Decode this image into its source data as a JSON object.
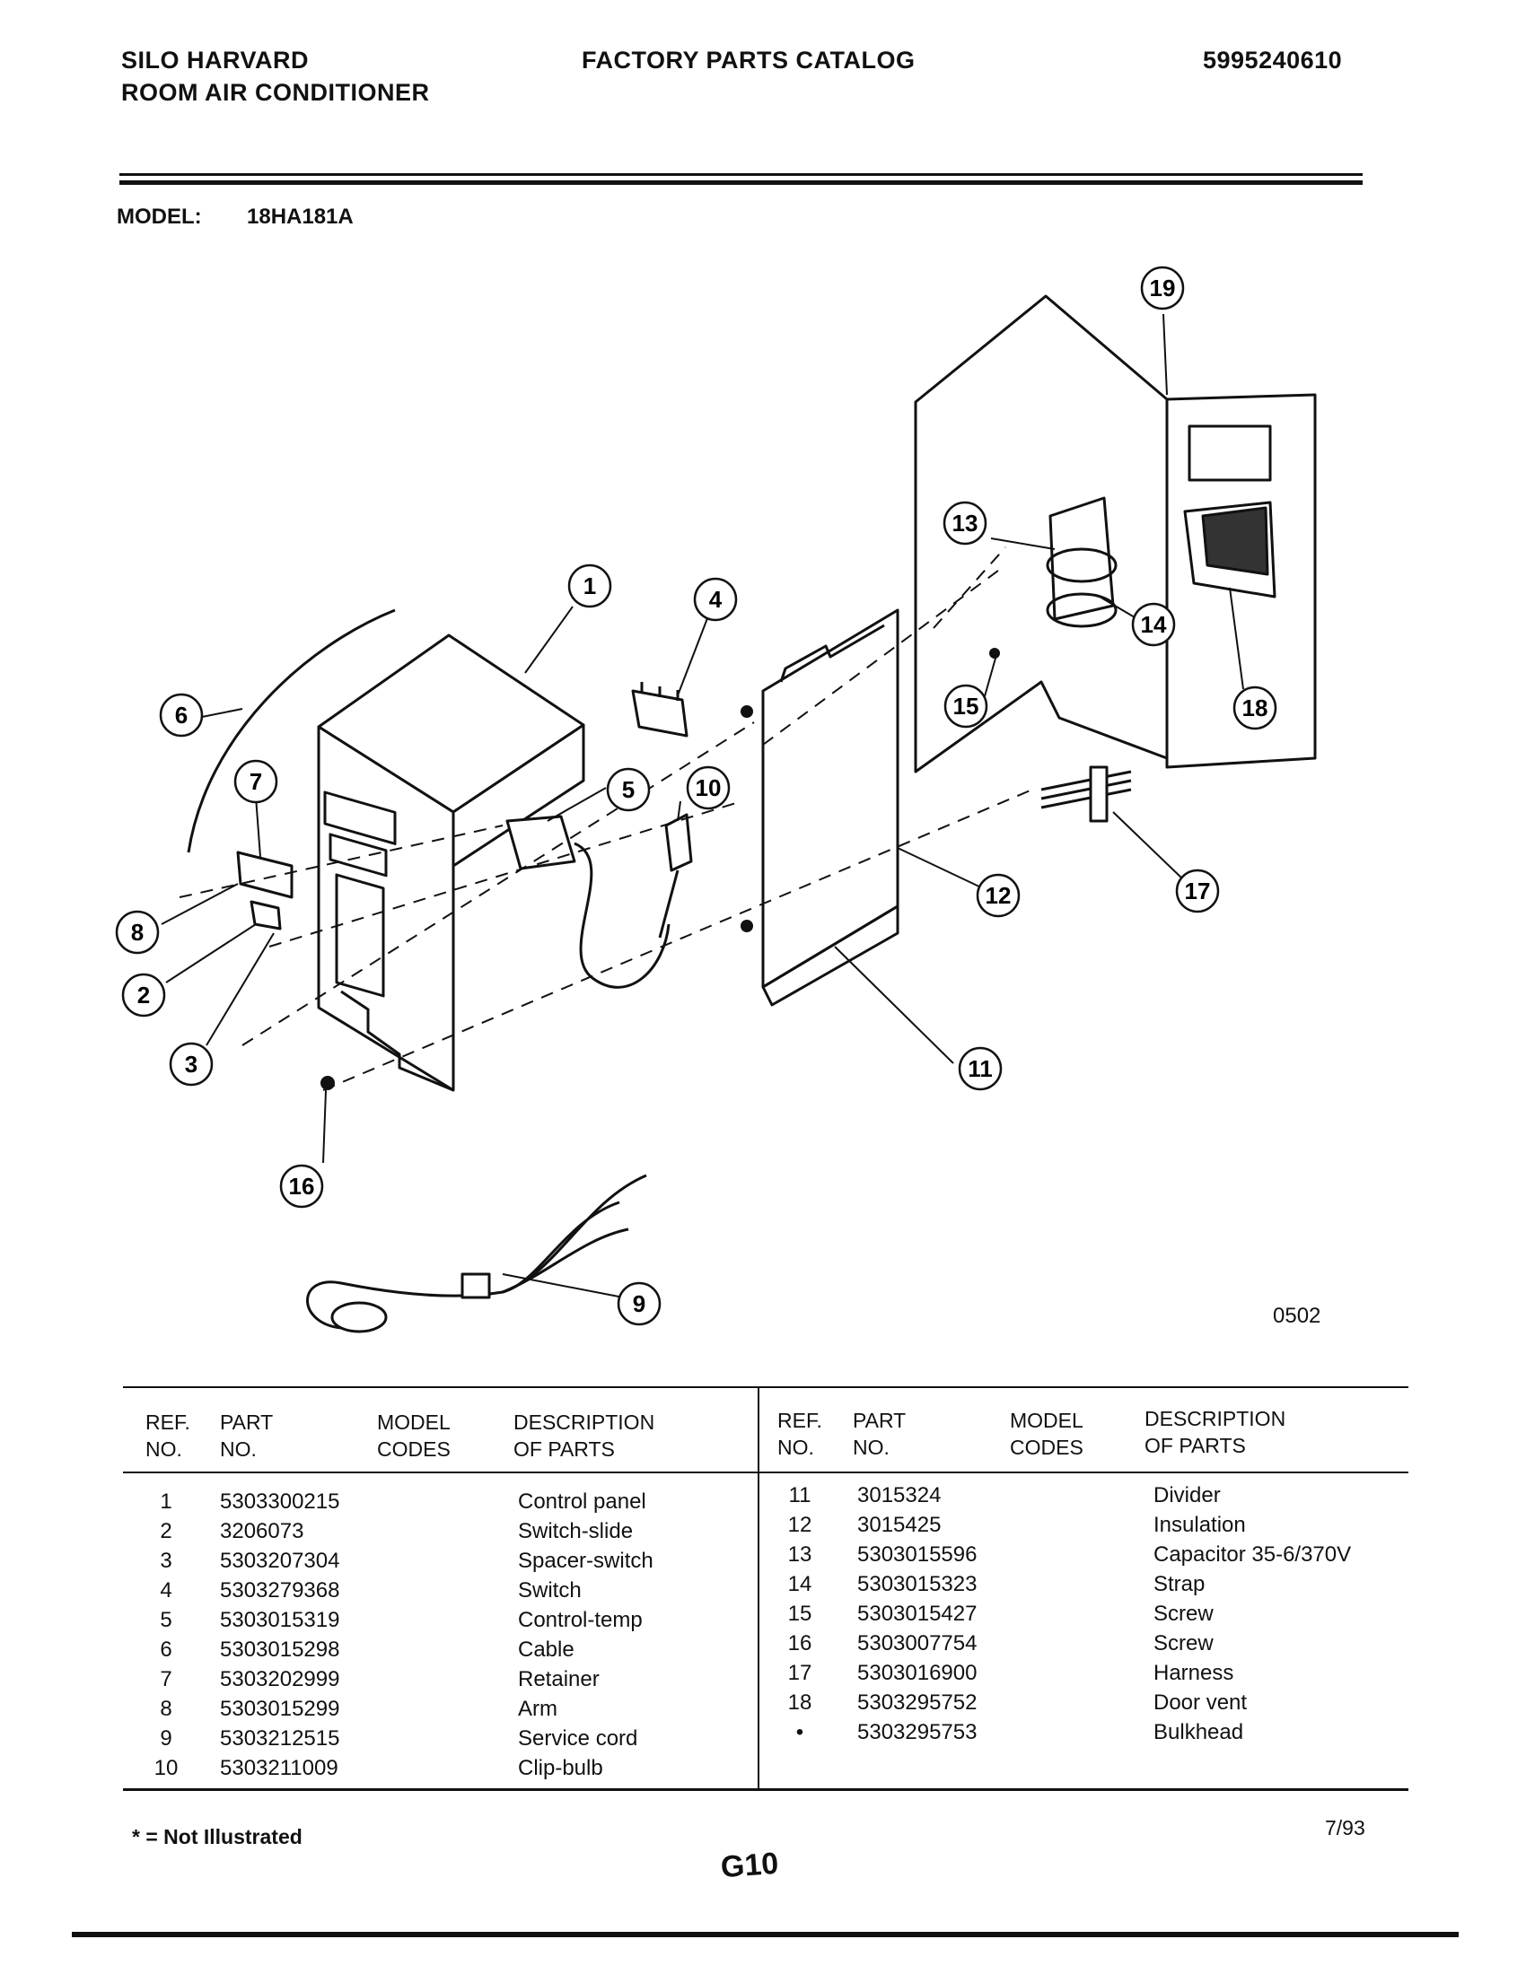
{
  "header": {
    "brand_line1": "SILO HARVARD",
    "brand_line2": "ROOM AIR CONDITIONER",
    "catalog_title": "FACTORY PARTS CATALOG",
    "doc_number": "5995240610"
  },
  "model": {
    "label": "MODEL:",
    "value": "18HA181A"
  },
  "diagram": {
    "code": "0502",
    "callouts": [
      "1",
      "2",
      "3",
      "4",
      "5",
      "6",
      "7",
      "8",
      "9",
      "10",
      "11",
      "12",
      "13",
      "14",
      "15",
      "16",
      "17",
      "18",
      "19"
    ]
  },
  "table": {
    "headers": {
      "ref_line1": "REF.",
      "ref_line2": "NO.",
      "part_line1": "PART",
      "part_line2": "NO.",
      "model_line1": "MODEL",
      "model_line2": "CODES",
      "desc_line1": "DESCRIPTION",
      "desc_line2": "OF PARTS"
    },
    "left_rows": [
      {
        "ref": "1",
        "part": "5303300215",
        "desc": "Control panel"
      },
      {
        "ref": "2",
        "part": "3206073",
        "desc": "Switch-slide"
      },
      {
        "ref": "3",
        "part": "5303207304",
        "desc": "Spacer-switch"
      },
      {
        "ref": "4",
        "part": "5303279368",
        "desc": "Switch"
      },
      {
        "ref": "5",
        "part": "5303015319",
        "desc": "Control-temp"
      },
      {
        "ref": "6",
        "part": "5303015298",
        "desc": "Cable"
      },
      {
        "ref": "7",
        "part": "5303202999",
        "desc": "Retainer"
      },
      {
        "ref": "8",
        "part": "5303015299",
        "desc": "Arm"
      },
      {
        "ref": "9",
        "part": "5303212515",
        "desc": "Service cord"
      },
      {
        "ref": "10",
        "part": "5303211009",
        "desc": "Clip-bulb"
      }
    ],
    "right_rows": [
      {
        "ref": "11",
        "part": "3015324",
        "desc": "Divider"
      },
      {
        "ref": "12",
        "part": "3015425",
        "desc": "Insulation"
      },
      {
        "ref": "13",
        "part": "5303015596",
        "desc": "Capacitor 35-6/370V"
      },
      {
        "ref": "14",
        "part": "5303015323",
        "desc": "Strap"
      },
      {
        "ref": "15",
        "part": "5303015427",
        "desc": "Screw"
      },
      {
        "ref": "16",
        "part": "5303007754",
        "desc": "Screw"
      },
      {
        "ref": "17",
        "part": "5303016900",
        "desc": "Harness"
      },
      {
        "ref": "18",
        "part": "5303295752",
        "desc": "Door vent"
      },
      {
        "ref": "•",
        "part": "5303295753",
        "desc": "Bulkhead"
      }
    ]
  },
  "footer": {
    "footnote": "* = Not Illustrated",
    "revision_date": "7/93",
    "page_id": "G10"
  }
}
